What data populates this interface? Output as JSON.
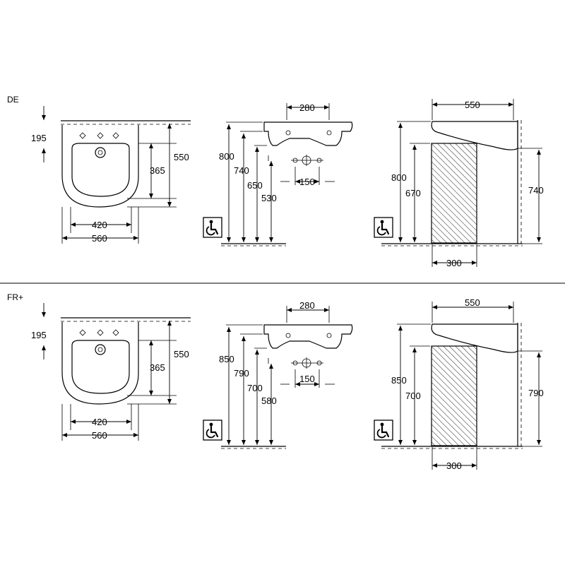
{
  "sections": [
    {
      "region_label": "DE",
      "top_view": {
        "dim_depth_offset": "195",
        "dim_depth": "550",
        "dim_bowl": "365",
        "dim_inner_width": "420",
        "dim_width": "560"
      },
      "side_view": {
        "dim_basin": "280",
        "dim_h1": "800",
        "dim_h2": "740",
        "dim_h3": "650",
        "dim_h4": "530",
        "dim_spacing": "150"
      },
      "clearance_view": {
        "dim_depth": "550",
        "dim_h_rim": "800",
        "dim_h_knee": "670",
        "dim_h_under": "740",
        "dim_knee_depth": "300"
      }
    },
    {
      "region_label": "FR+",
      "top_view": {
        "dim_depth_offset": "195",
        "dim_depth": "550",
        "dim_bowl": "365",
        "dim_inner_width": "420",
        "dim_width": "560"
      },
      "side_view": {
        "dim_basin": "280",
        "dim_h1": "850",
        "dim_h2": "790",
        "dim_h3": "700",
        "dim_h4": "580",
        "dim_spacing": "150"
      },
      "clearance_view": {
        "dim_depth": "550",
        "dim_h_rim": "850",
        "dim_h_knee": "700",
        "dim_h_under": "790",
        "dim_knee_depth": "300"
      }
    }
  ],
  "icons": {
    "accessibility": "wheelchair-icon"
  },
  "colors": {
    "line": "#000000",
    "background": "#ffffff"
  }
}
